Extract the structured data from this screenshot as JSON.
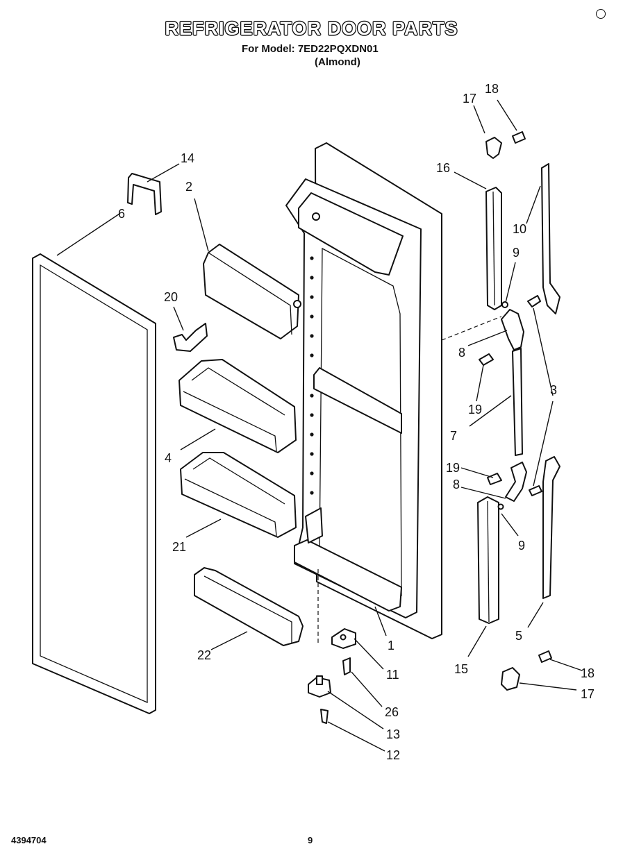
{
  "header": {
    "title": "REFRIGERATOR DOOR PARTS",
    "model_line": "For Model: 7ED22PQXDN01",
    "color_note": "(Almond)"
  },
  "footer": {
    "doc_number": "4394704",
    "page_number": "9"
  },
  "callouts": {
    "door": "1",
    "shelf_top": "2",
    "hinge_pin": "3",
    "bin_upper": "4",
    "trim_lower": "5",
    "gasket": "6",
    "trim_middle": "7",
    "hinge_bracket": "8",
    "washer": "9",
    "trim_upper": "10",
    "bottom_bracket": "11",
    "screw_bottom": "12",
    "bottom_hinge": "13",
    "shelf_end": "14",
    "handle_lower": "15",
    "handle_upper": "16",
    "end_cap": "17",
    "screw_cap": "18",
    "screw_hinge": "19",
    "clip": "20",
    "bin_lower": "21",
    "bin_bottom": "22",
    "screw_small": "26"
  }
}
